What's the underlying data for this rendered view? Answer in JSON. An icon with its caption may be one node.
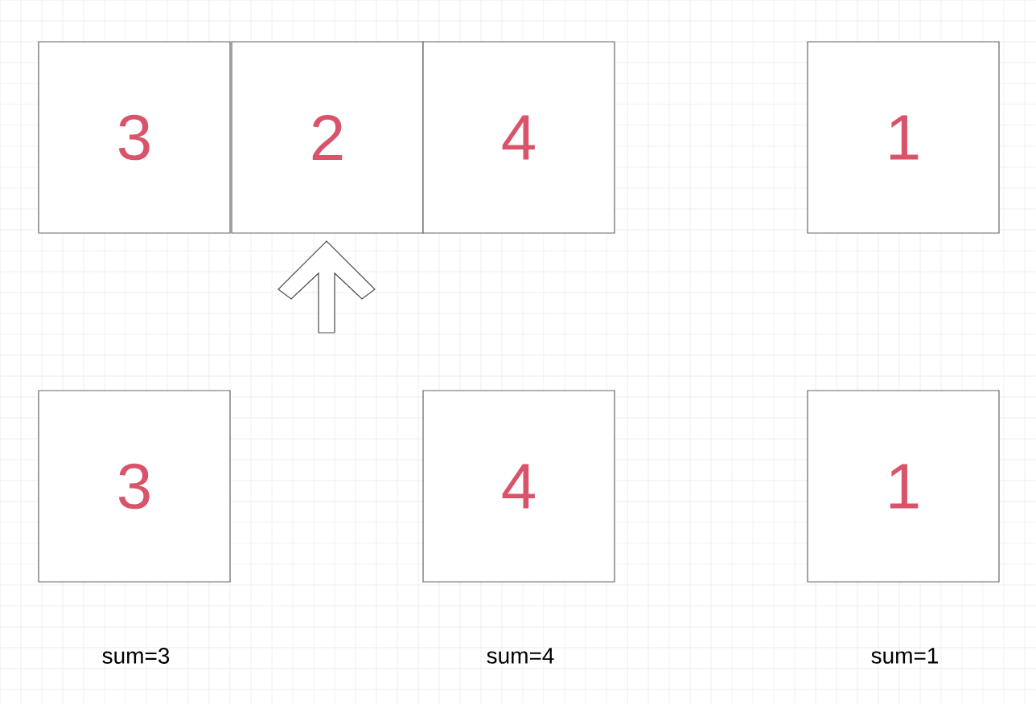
{
  "diagram": {
    "nodes": [
      {
        "text": [
          "3"
        ]
      },
      {
        "text": [
          "2"
        ]
      },
      {
        "text": [
          "4"
        ]
      },
      {
        "text": [
          "1"
        ]
      },
      {
        "text": [
          "3"
        ],
        "beside": [
          "sum=3"
        ]
      },
      {
        "text": [
          "4"
        ],
        "beside": [
          "sum=4"
        ]
      },
      {
        "text": [
          "1"
        ],
        "beside": [
          "sum=1"
        ]
      }
    ],
    "edges": []
  }
}
